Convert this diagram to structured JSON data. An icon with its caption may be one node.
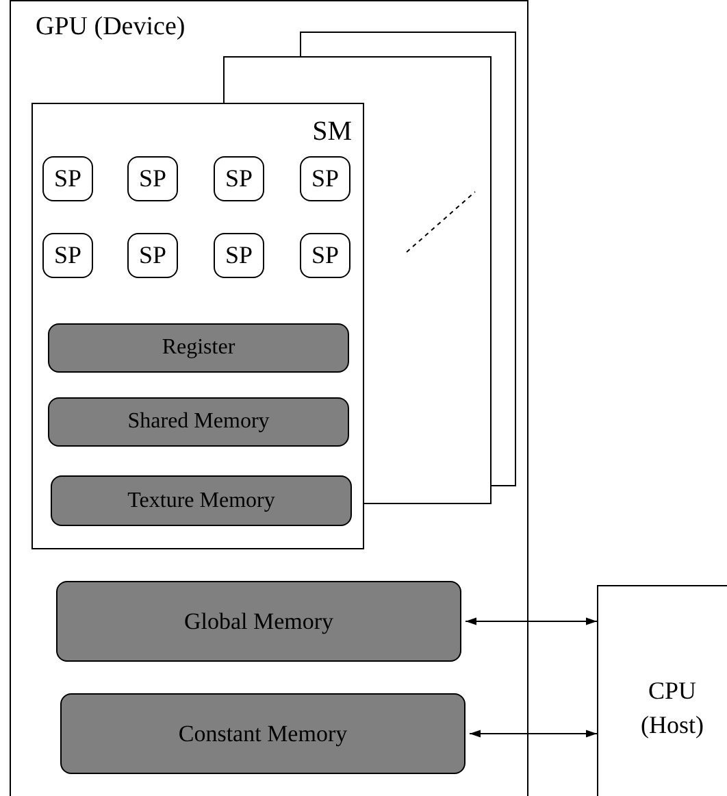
{
  "diagram": {
    "nodes": [
      {
        "text": [
          "GPU (Device)"
        ]
      },
      {
        "text": [],
        "shape": "box",
        "in": 0
      },
      {
        "text": [],
        "shape": "box",
        "in": 0
      },
      {
        "text": [
          "SM"
        ],
        "in": 0
      },
      {
        "text": [
          "SP"
        ],
        "in": 3
      },
      {
        "text": [
          "SP"
        ],
        "in": 3
      },
      {
        "text": [
          "SP"
        ],
        "in": 3
      },
      {
        "text": [
          "SP"
        ],
        "in": 3
      },
      {
        "text": [
          "SP"
        ],
        "in": 3
      },
      {
        "text": [
          "SP"
        ],
        "in": 3
      },
      {
        "text": [
          "SP"
        ],
        "in": 3
      },
      {
        "text": [
          "SP"
        ],
        "in": 3
      },
      {
        "text": [
          "Register"
        ],
        "in": 3
      },
      {
        "text": [
          "Shared Memory"
        ],
        "in": 3
      },
      {
        "text": [
          "Texture Memory"
        ],
        "in": 3
      },
      {
        "text": [
          "Global Memory"
        ],
        "in": 0
      },
      {
        "text": [
          "Constant Memory"
        ],
        "in": 0
      },
      {
        "text": [
          "CPU (Host)"
        ]
      }
    ],
    "edges": [
      {
        "from": 15,
        "to": 17,
        "arrow": "both"
      },
      {
        "from": 16,
        "to": 17,
        "arrow": "both"
      }
    ]
  }
}
